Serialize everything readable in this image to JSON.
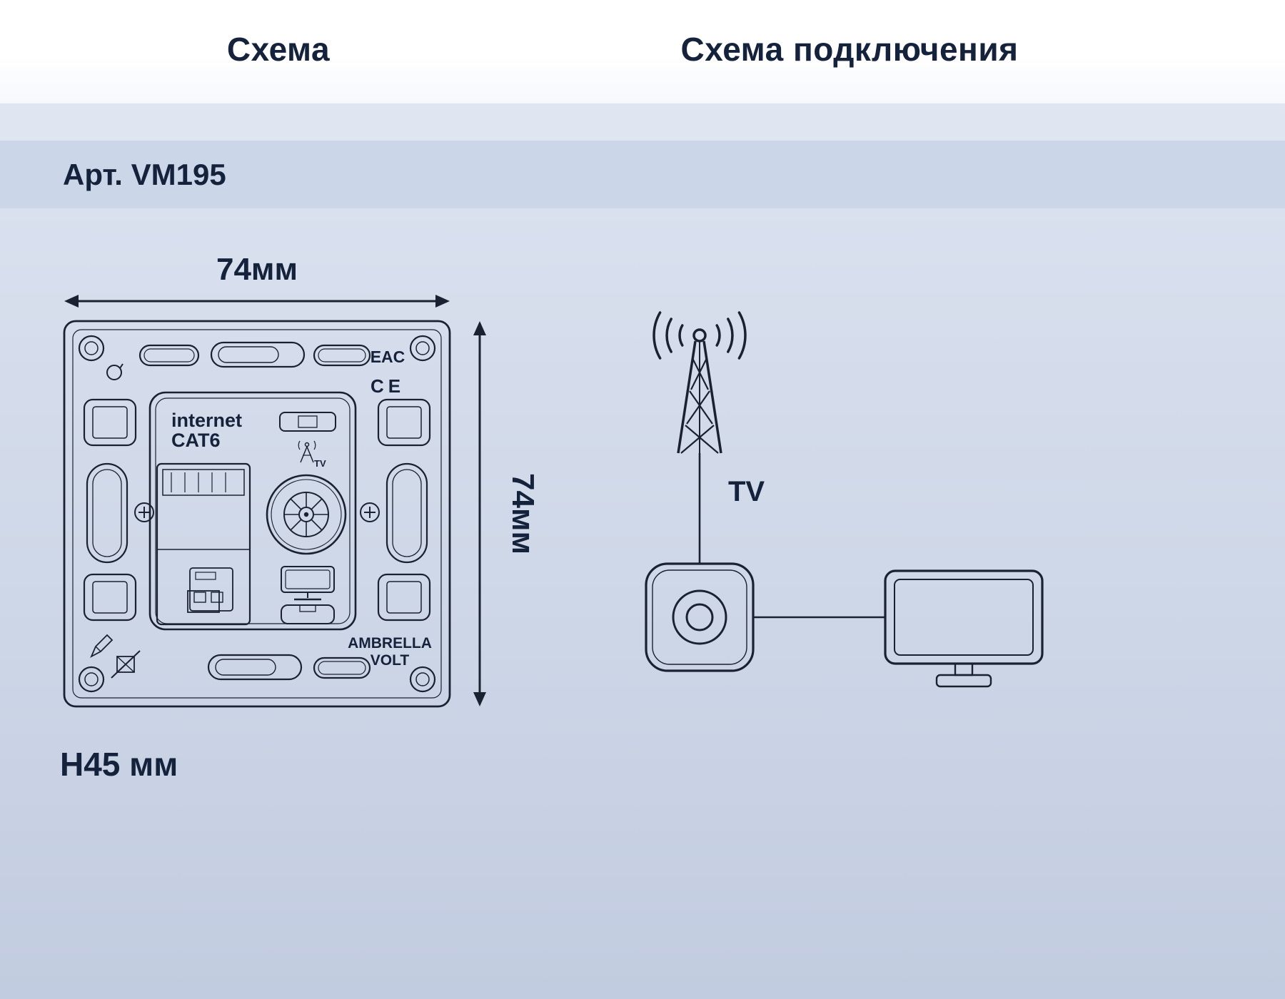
{
  "headers": {
    "left": "Схема",
    "right": "Схема подключения"
  },
  "article": {
    "label": "Арт. VM195"
  },
  "dimensions": {
    "width": "74мм",
    "height": "74мм",
    "depth": "H45 мм"
  },
  "device": {
    "port_label_line1": "internet",
    "port_label_line2": "CAT6",
    "cert_eac": "EAC",
    "cert_ce": "CE",
    "brand_line1": "AMBRELLA",
    "brand_line2": "VOLT",
    "antenna_sub_label": "TV"
  },
  "connection": {
    "signal_label": "TV"
  },
  "colors": {
    "text": "#15223c",
    "line": "#1a2130",
    "band_sub": "#dfe6f2",
    "band_art": "#ccd6e9"
  },
  "icons": [
    "antenna-tower-icon",
    "radio-waves-icon",
    "wall-socket-icon",
    "tv-monitor-icon",
    "coax-connector-icon",
    "rj45-port-icon",
    "level-window-icon",
    "monitor-glyph-icon",
    "bracket-glyph-icon",
    "terminal-block-icon",
    "pencil-icon",
    "no-dispose-icon",
    "eac-mark",
    "ce-mark",
    "screw-hole-icon",
    "fixing-screw-icon",
    "logo-mark"
  ]
}
